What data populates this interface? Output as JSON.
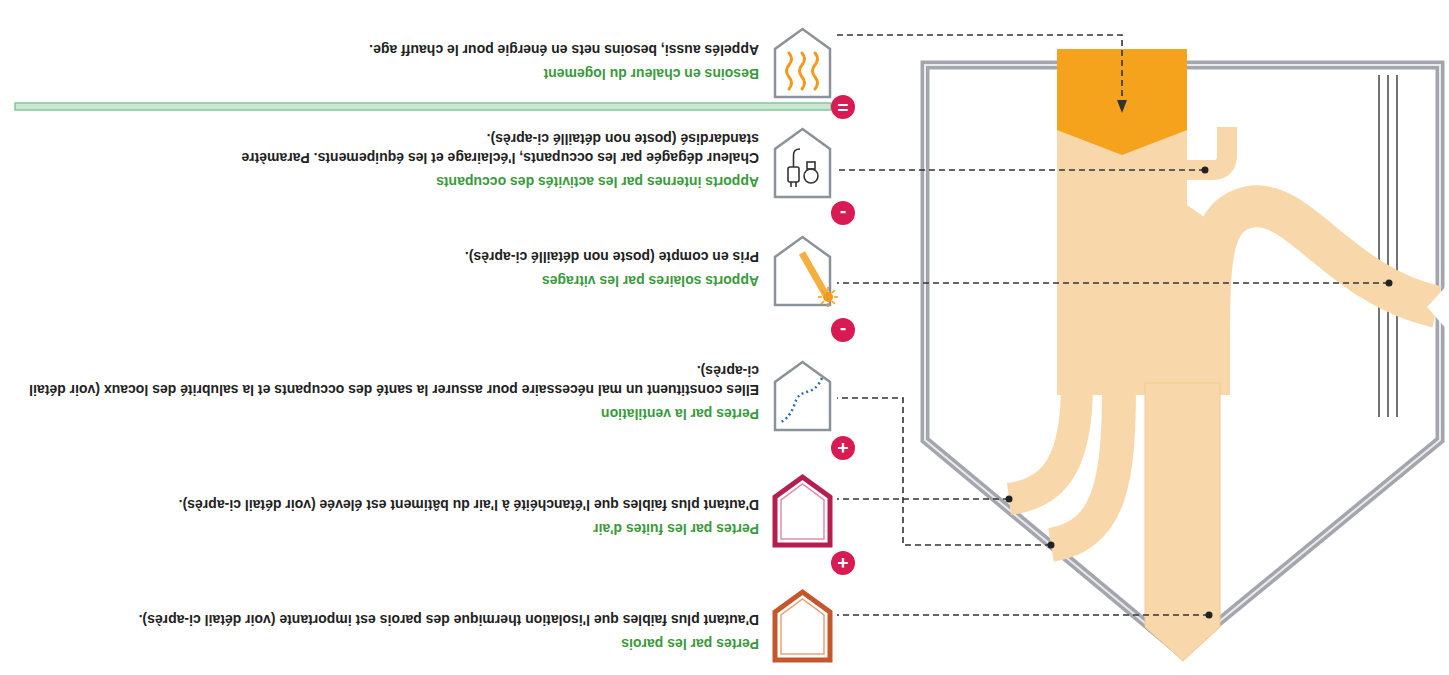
{
  "diagram": {
    "nodes": [
      {
        "text": [
          "Pertes par les parois",
          "D'autant plus faibles que l'isolation thermique des parois est importante (voir détail ci-après)."
        ]
      },
      {
        "text": [
          "+"
        ]
      },
      {
        "text": [
          "Pertes par les fuites d'air",
          "D'autant plus faibles que l'étanchéité à l'air du bâtiment est élevée (voir détail ci-après)."
        ]
      },
      {
        "text": [
          "+"
        ]
      },
      {
        "text": [
          "Pertes par la ventilation",
          "Elles constituent un mal nécessaire pour assurer la santé des occupants et la salubrité des locaux (voir détail ci-après)."
        ]
      },
      {
        "text": [
          "-"
        ]
      },
      {
        "text": [
          "Apports solaires par les vitrages",
          "Pris en compte (poste non détaillé ci-après)."
        ]
      },
      {
        "text": [
          "-"
        ]
      },
      {
        "text": [
          "Apports internes par les activités des occupants",
          "Chaleur dégagée par les occupants, l'éclairage et les équipements. Paramètre standardisé (poste non détaillé ci-après)."
        ]
      },
      {
        "text": [
          "="
        ]
      },
      {
        "text": [
          "Besoins en chaleur du logement",
          "Appelés aussi, besoins nets en énergie pour le chauff age."
        ]
      }
    ]
  }
}
